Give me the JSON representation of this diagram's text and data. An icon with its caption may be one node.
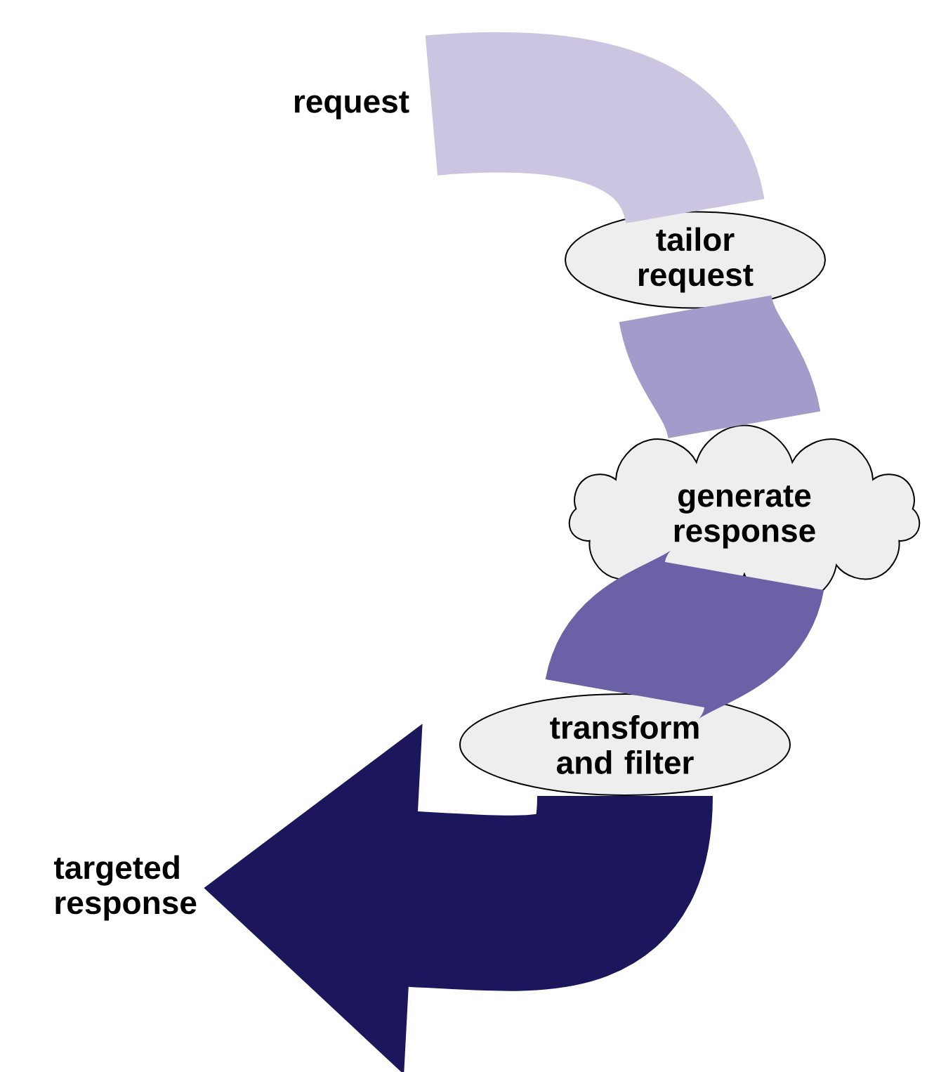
{
  "diagram": {
    "nodes": [
      {
        "text": [
          "request"
        ]
      },
      {
        "text": [
          "tailor request"
        ]
      },
      {
        "text": [
          "generate response"
        ]
      },
      {
        "text": [
          "transform and filter"
        ]
      },
      {
        "text": [
          "targeted response"
        ]
      }
    ],
    "edges": [
      {
        "from": 0,
        "to": 1,
        "arrow": "none",
        "color": "#cbc5e2"
      },
      {
        "from": 1,
        "to": 2,
        "arrow": "none",
        "color": "#a39bca"
      },
      {
        "from": 2,
        "to": 3,
        "arrow": "none",
        "color": "#6a61a6"
      },
      {
        "from": 3,
        "to": 4,
        "arrow": "to",
        "color": "#1c175c"
      }
    ]
  }
}
